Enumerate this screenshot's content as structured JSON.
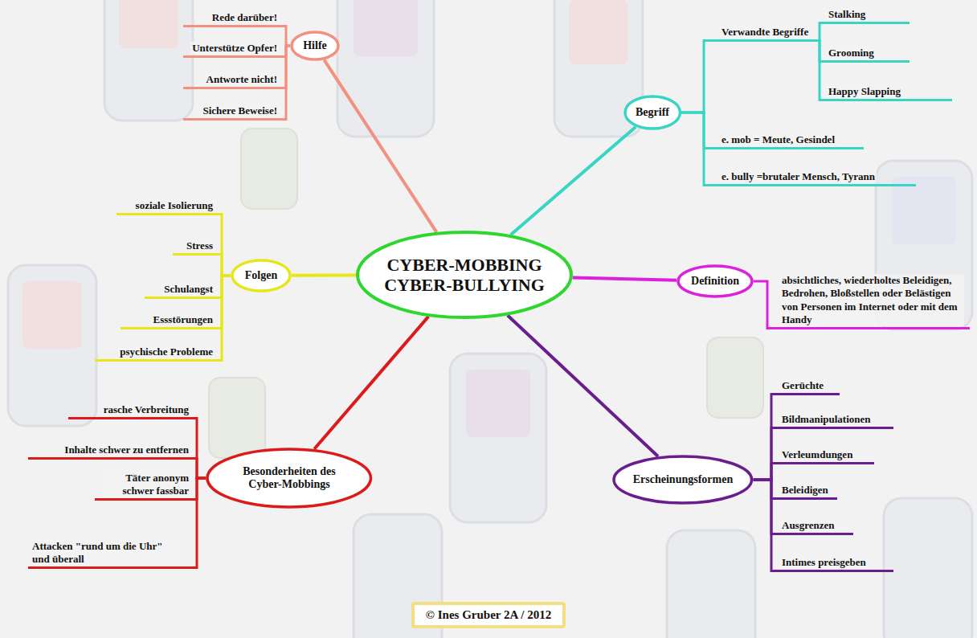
{
  "diagram": {
    "nodes": [
      {
        "text": [
          "CYBER-MOBBING CYBER-BULLYING"
        ]
      },
      {
        "text": [
          "Hilfe"
        ]
      },
      {
        "text": [
          "Rede darüber!"
        ]
      },
      {
        "text": [
          "Unterstütze Opfer!"
        ]
      },
      {
        "text": [
          "Antworte nicht!"
        ]
      },
      {
        "text": [
          "Sichere Beweise!"
        ]
      },
      {
        "text": [
          "Begriff"
        ]
      },
      {
        "text": [
          "Verwandte Begriffe"
        ]
      },
      {
        "text": [
          "Stalking"
        ]
      },
      {
        "text": [
          "Grooming"
        ]
      },
      {
        "text": [
          "Happy Slapping"
        ]
      },
      {
        "text": [
          "e. mob = Meute, Gesindel"
        ]
      },
      {
        "text": [
          "e. bully =brutaler Mensch, Tyrann"
        ]
      },
      {
        "text": [
          "Folgen"
        ]
      },
      {
        "text": [
          "soziale Isolierung"
        ]
      },
      {
        "text": [
          "Stress"
        ]
      },
      {
        "text": [
          "Schulangst"
        ]
      },
      {
        "text": [
          "Essstörungen"
        ]
      },
      {
        "text": [
          "psychische Probleme"
        ]
      },
      {
        "text": [
          "Definition"
        ]
      },
      {
        "text": [
          "absichtliches, wiederholtes Beleidigen, Bedrohen, Bloßstellen oder Belästigen von Personen im Internet oder mit dem Handy"
        ]
      },
      {
        "text": [
          "Besonderheiten des Cyber-Mobbings"
        ]
      },
      {
        "text": [
          "rasche Verbreitung"
        ]
      },
      {
        "text": [
          "Inhalte schwer zu entfernen"
        ]
      },
      {
        "text": [
          "Täter anonym schwer fassbar"
        ]
      },
      {
        "text": [
          "Attacken \"rund um die Uhr\" und überall"
        ]
      },
      {
        "text": [
          "Erscheinungsformen"
        ]
      },
      {
        "text": [
          "Gerüchte"
        ]
      },
      {
        "text": [
          "Bildmanipulationen"
        ]
      },
      {
        "text": [
          "Verleumdungen"
        ]
      },
      {
        "text": [
          "Beleidigen"
        ]
      },
      {
        "text": [
          "Ausgrenzen"
        ]
      },
      {
        "text": [
          "Intimes preisgeben"
        ]
      },
      {
        "text": [
          "© Ines Gruber 2A / 2012"
        ]
      }
    ],
    "edges": [
      {
        "from": 0,
        "to": 1,
        "arrow": "none"
      },
      {
        "from": 0,
        "to": 6,
        "arrow": "none"
      },
      {
        "from": 0,
        "to": 13,
        "arrow": "none"
      },
      {
        "from": 0,
        "to": 19,
        "arrow": "none"
      },
      {
        "from": 0,
        "to": 21,
        "arrow": "none"
      },
      {
        "from": 0,
        "to": 26,
        "arrow": "none"
      },
      {
        "from": 1,
        "to": 2,
        "arrow": "none"
      },
      {
        "from": 1,
        "to": 3,
        "arrow": "none"
      },
      {
        "from": 1,
        "to": 4,
        "arrow": "none"
      },
      {
        "from": 1,
        "to": 5,
        "arrow": "none"
      },
      {
        "from": 6,
        "to": 7,
        "arrow": "none"
      },
      {
        "from": 7,
        "to": 8,
        "arrow": "none"
      },
      {
        "from": 7,
        "to": 9,
        "arrow": "none"
      },
      {
        "from": 7,
        "to": 10,
        "arrow": "none"
      },
      {
        "from": 6,
        "to": 11,
        "arrow": "none"
      },
      {
        "from": 6,
        "to": 12,
        "arrow": "none"
      },
      {
        "from": 13,
        "to": 14,
        "arrow": "none"
      },
      {
        "from": 13,
        "to": 15,
        "arrow": "none"
      },
      {
        "from": 13,
        "to": 16,
        "arrow": "none"
      },
      {
        "from": 13,
        "to": 17,
        "arrow": "none"
      },
      {
        "from": 13,
        "to": 18,
        "arrow": "none"
      },
      {
        "from": 19,
        "to": 20,
        "arrow": "none"
      },
      {
        "from": 21,
        "to": 22,
        "arrow": "none"
      },
      {
        "from": 21,
        "to": 23,
        "arrow": "none"
      },
      {
        "from": 21,
        "to": 24,
        "arrow": "none"
      },
      {
        "from": 21,
        "to": 25,
        "arrow": "none"
      },
      {
        "from": 26,
        "to": 27,
        "arrow": "none"
      },
      {
        "from": 26,
        "to": 28,
        "arrow": "none"
      },
      {
        "from": 26,
        "to": 29,
        "arrow": "none"
      },
      {
        "from": 26,
        "to": 30,
        "arrow": "none"
      },
      {
        "from": 26,
        "to": 31,
        "arrow": "none"
      },
      {
        "from": 26,
        "to": 32,
        "arrow": "none"
      }
    ]
  }
}
